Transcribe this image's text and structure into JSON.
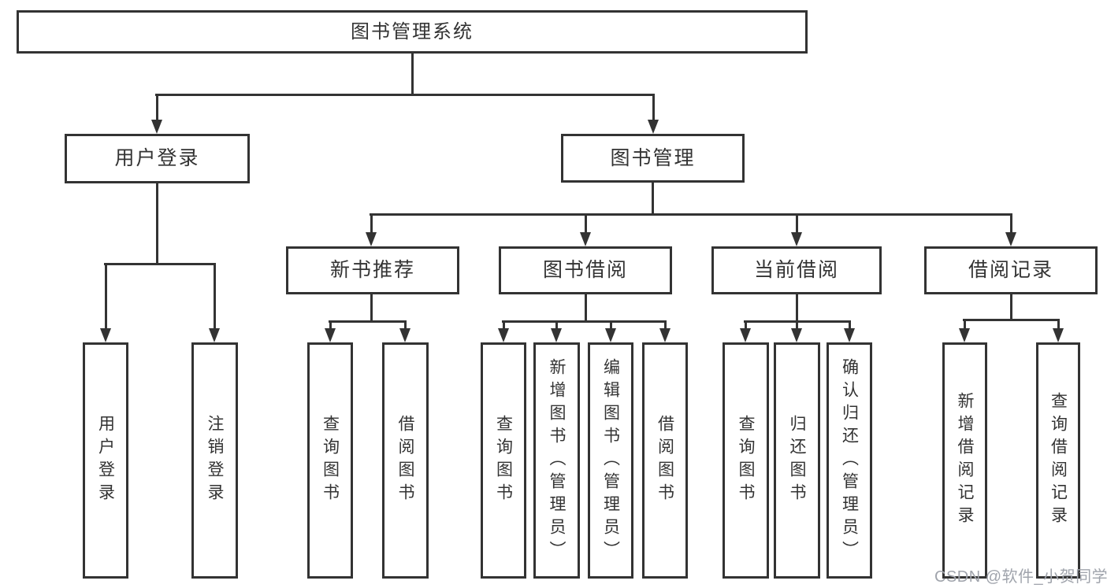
{
  "colors": {
    "background": "#ffffff",
    "line": "#333333",
    "text": "#333333",
    "watermark": "#a0a4ac"
  },
  "nodes": {
    "root": {
      "label": "图书管理系统"
    },
    "branches": [
      {
        "label": "用户登录"
      },
      {
        "label": "图书管理"
      }
    ],
    "modules": [
      {
        "label": "新书推荐"
      },
      {
        "label": "图书借阅"
      },
      {
        "label": "当前借阅"
      },
      {
        "label": "借阅记录"
      }
    ],
    "leaves": [
      {
        "label": "用户登录"
      },
      {
        "label": "注销登录"
      },
      {
        "label": "查询图书"
      },
      {
        "label": "借阅图书"
      },
      {
        "label": "查询图书"
      },
      {
        "label": "新增图书（管理员）"
      },
      {
        "label": "编辑图书（管理员）"
      },
      {
        "label": "借阅图书"
      },
      {
        "label": "查询图书"
      },
      {
        "label": "归还图书"
      },
      {
        "label": "确认归还（管理员）"
      },
      {
        "label": "新增借阅记录"
      },
      {
        "label": "查询借阅记录"
      }
    ]
  },
  "watermark": "CSDN @软件_小贺同学"
}
